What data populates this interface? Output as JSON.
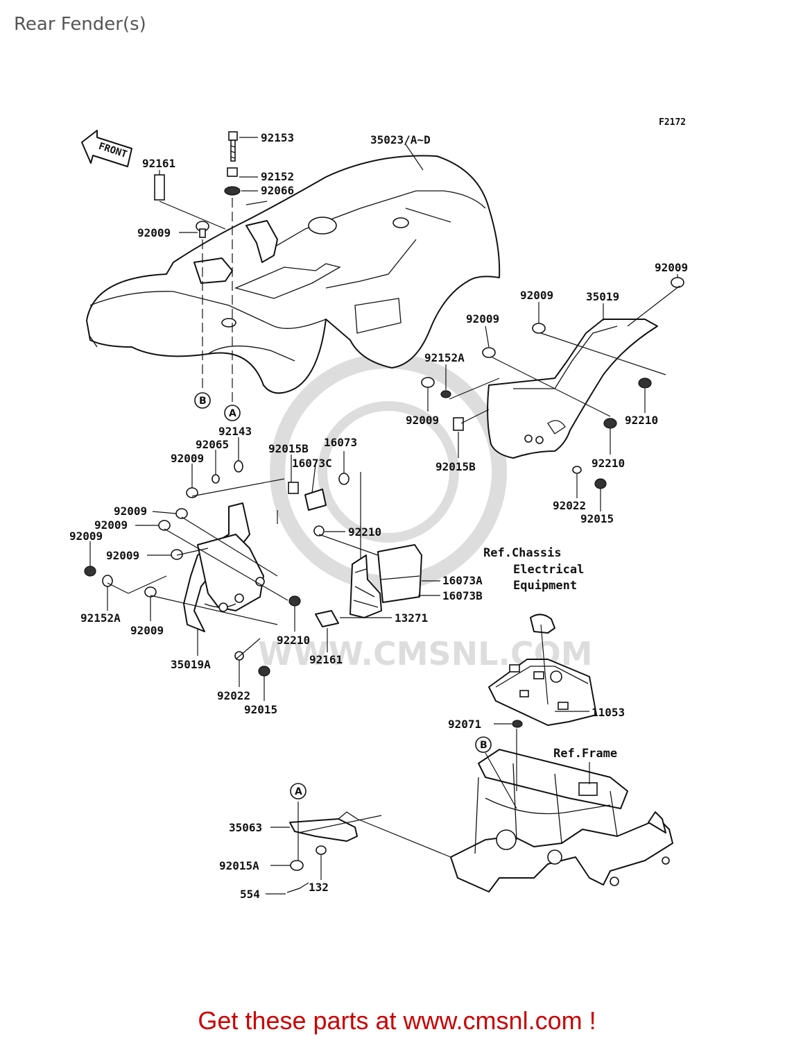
{
  "page": {
    "title": "Rear Fender(s)",
    "figure_code": "F2172",
    "front_label": "FRONT",
    "footer": "Get these parts at www.cmsnl.com !",
    "watermark": "WWW.CMSNL.COM"
  },
  "refs": [
    {
      "id": "ref-chassis",
      "lines": [
        "Ref.Chassis",
        "Electrical",
        "Equipment"
      ]
    },
    {
      "id": "ref-frame",
      "lines": [
        "Ref.Frame"
      ]
    }
  ],
  "markers": [
    "A",
    "B",
    "A",
    "B"
  ],
  "labels": [
    "92153",
    "35023/A~D",
    "92161",
    "92152",
    "92066",
    "92009",
    "92009",
    "92009",
    "35019",
    "92009",
    "92152A",
    "92009",
    "92210",
    "92015B",
    "92210",
    "92022",
    "92015",
    "92143",
    "92065",
    "92009",
    "92015B",
    "16073",
    "16073C",
    "92009",
    "92009",
    "92210",
    "92009",
    "92009",
    "16073A",
    "16073B",
    "92152A",
    "92009",
    "13271",
    "92210",
    "92161",
    "35019A",
    "92022",
    "92015",
    "92071",
    "11053",
    "35063",
    "92015A",
    "132",
    "554"
  ]
}
